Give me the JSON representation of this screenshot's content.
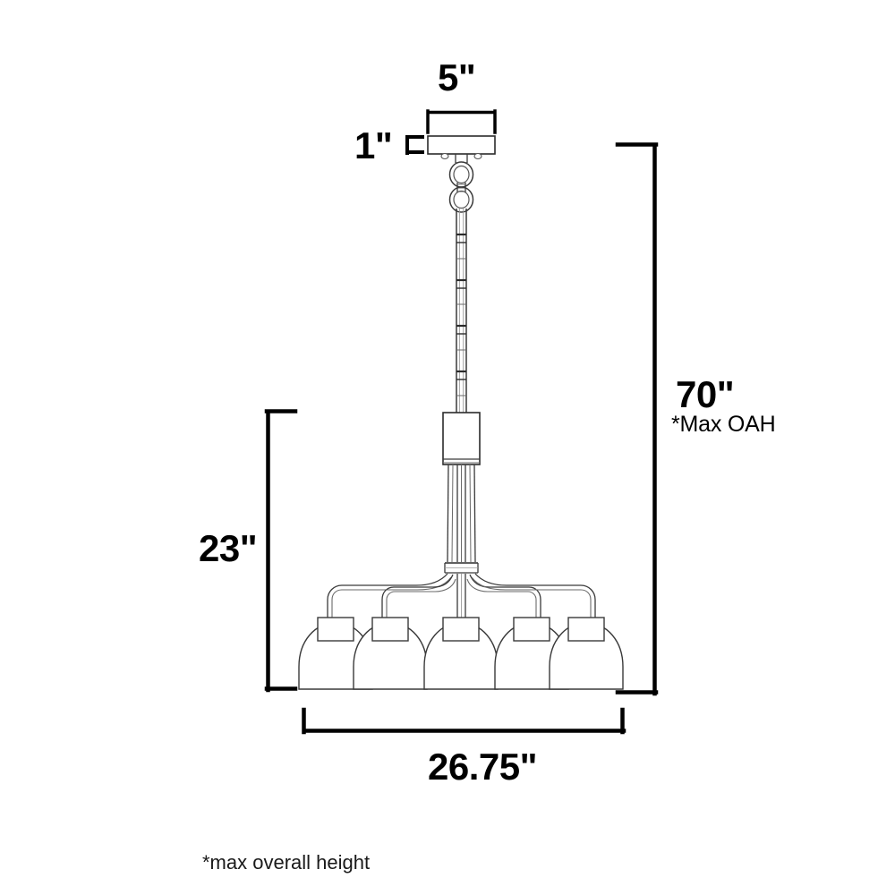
{
  "diagram": {
    "title": "Chandelier Dimension Drawing",
    "subject": "5-light globe chandelier specification diagram",
    "background_color": "#ffffff",
    "line_color": "#000000",
    "fixture_line_color": "#3a3a3a",
    "dimension_line_color": "#000000"
  },
  "dimensions": {
    "canopy_width": {
      "value": "5\"",
      "measures": "canopy diameter",
      "position": "top"
    },
    "canopy_height": {
      "value": "1\"",
      "measures": "canopy height",
      "position": "upper-left"
    },
    "max_overall_height": {
      "value": "70\"",
      "note": "*Max OAH",
      "measures": "maximum overall height",
      "position": "right"
    },
    "fixture_height": {
      "value": "23\"",
      "measures": "fixture body height",
      "position": "left"
    },
    "fixture_width": {
      "value": "26.75\"",
      "measures": "overall fixture width",
      "position": "bottom"
    }
  },
  "footnote": {
    "text": "*max overall height"
  },
  "fixture": {
    "type": "chandelier",
    "shade_count": 5,
    "shade_shape": "globe",
    "mount": "canopy with chain and downrod",
    "parts": [
      "canopy-plate",
      "hanging-loop-upper",
      "hanging-loop-lower",
      "downrod",
      "center-body-cylinder",
      "arm-stems",
      "hub-collar",
      "curved-arms",
      "socket-collars",
      "globe-shades"
    ]
  }
}
